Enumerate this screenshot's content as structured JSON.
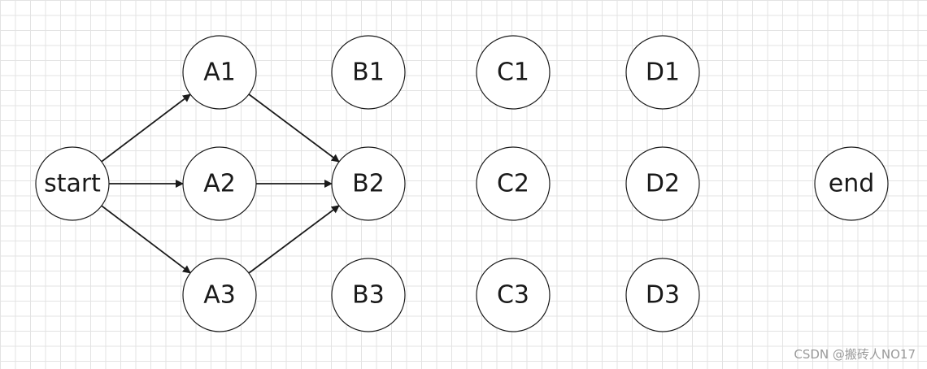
{
  "diagram": {
    "nodes": [
      {
        "id": "start",
        "label": "start"
      },
      {
        "id": "A1",
        "label": "A1"
      },
      {
        "id": "A2",
        "label": "A2"
      },
      {
        "id": "A3",
        "label": "A3"
      },
      {
        "id": "B1",
        "label": "B1"
      },
      {
        "id": "B2",
        "label": "B2"
      },
      {
        "id": "B3",
        "label": "B3"
      },
      {
        "id": "C1",
        "label": "C1"
      },
      {
        "id": "C2",
        "label": "C2"
      },
      {
        "id": "C3",
        "label": "C3"
      },
      {
        "id": "D1",
        "label": "D1"
      },
      {
        "id": "D2",
        "label": "D2"
      },
      {
        "id": "D3",
        "label": "D3"
      },
      {
        "id": "end",
        "label": "end"
      }
    ],
    "edges": [
      {
        "from": "start",
        "to": "A1"
      },
      {
        "from": "start",
        "to": "A2"
      },
      {
        "from": "start",
        "to": "A3"
      },
      {
        "from": "A1",
        "to": "B2"
      },
      {
        "from": "A2",
        "to": "B2"
      },
      {
        "from": "A3",
        "to": "B2"
      }
    ]
  },
  "watermark": "CSDN @搬砖人NO17"
}
